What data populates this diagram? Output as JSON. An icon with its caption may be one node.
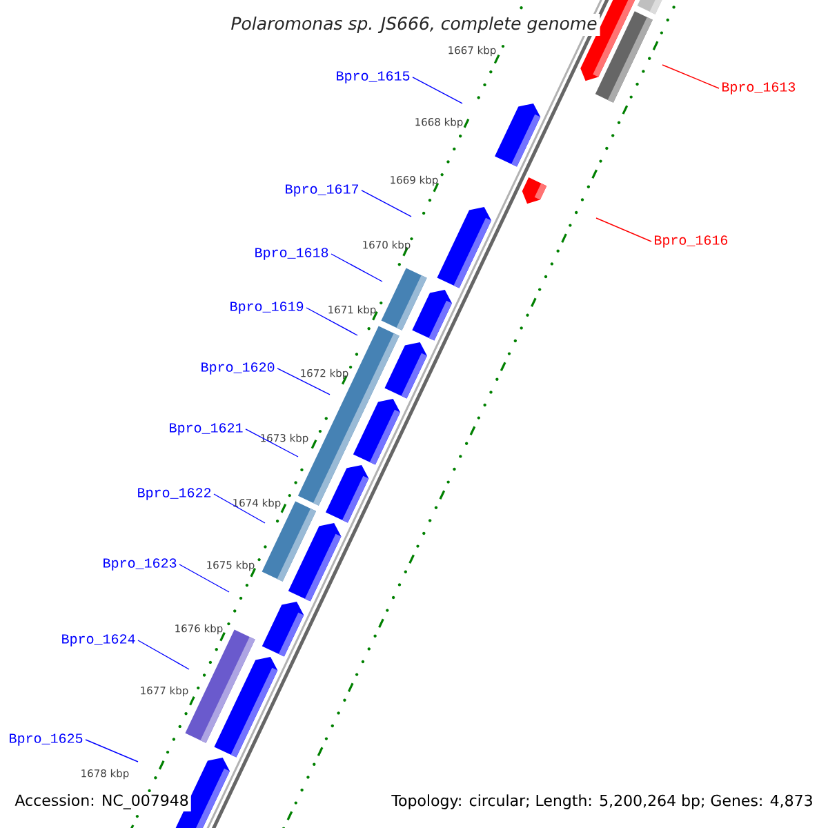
{
  "diagram": {
    "title": "Polaromonas sp. JS666, complete genome",
    "nodes": [
      {
        "text": [
          "Bpro_1615"
        ]
      },
      {
        "text": [
          "Bpro_1613"
        ]
      },
      {
        "text": [
          "Bpro_1617"
        ]
      },
      {
        "text": [
          "Bpro_1616"
        ]
      },
      {
        "text": [
          "Bpro_1618"
        ]
      },
      {
        "text": [
          "Bpro_1619"
        ]
      },
      {
        "text": [
          "Bpro_1620"
        ]
      },
      {
        "text": [
          "Bpro_1621"
        ]
      },
      {
        "text": [
          "Bpro_1622"
        ]
      },
      {
        "text": [
          "Bpro_1623"
        ]
      },
      {
        "text": [
          "Bpro_1624"
        ]
      },
      {
        "text": [
          "Bpro_1625"
        ]
      }
    ],
    "edges": [
      {
        "from": 0,
        "to": null,
        "arrow": "none"
      },
      {
        "from": 1,
        "to": null,
        "arrow": "none",
        "color": "#ff0000"
      },
      {
        "from": 2,
        "to": null,
        "arrow": "none"
      },
      {
        "from": 3,
        "to": null,
        "arrow": "none",
        "color": "#ff0000"
      },
      {
        "from": 4,
        "to": null,
        "arrow": "none"
      },
      {
        "from": 5,
        "to": null,
        "arrow": "none"
      },
      {
        "from": 6,
        "to": null,
        "arrow": "none"
      },
      {
        "from": 7,
        "to": null,
        "arrow": "none"
      },
      {
        "from": 8,
        "to": null,
        "arrow": "none"
      },
      {
        "from": 9,
        "to": null,
        "arrow": "none"
      },
      {
        "from": 10,
        "to": null,
        "arrow": "none"
      },
      {
        "from": 11,
        "to": null,
        "arrow": "none"
      }
    ],
    "labels": [
      "1667 kbp",
      "1668 kbp",
      "1669 kbp",
      "1670 kbp",
      "1671 kbp",
      "1672 kbp",
      "1673 kbp",
      "1674 kbp",
      "1675 kbp",
      "1676 kbp",
      "1677 kbp",
      "1678 kbp",
      "Accession: NC_007948",
      "Topology: circular; Length: 5,200,264 bp; Genes: 4,873"
    ]
  }
}
